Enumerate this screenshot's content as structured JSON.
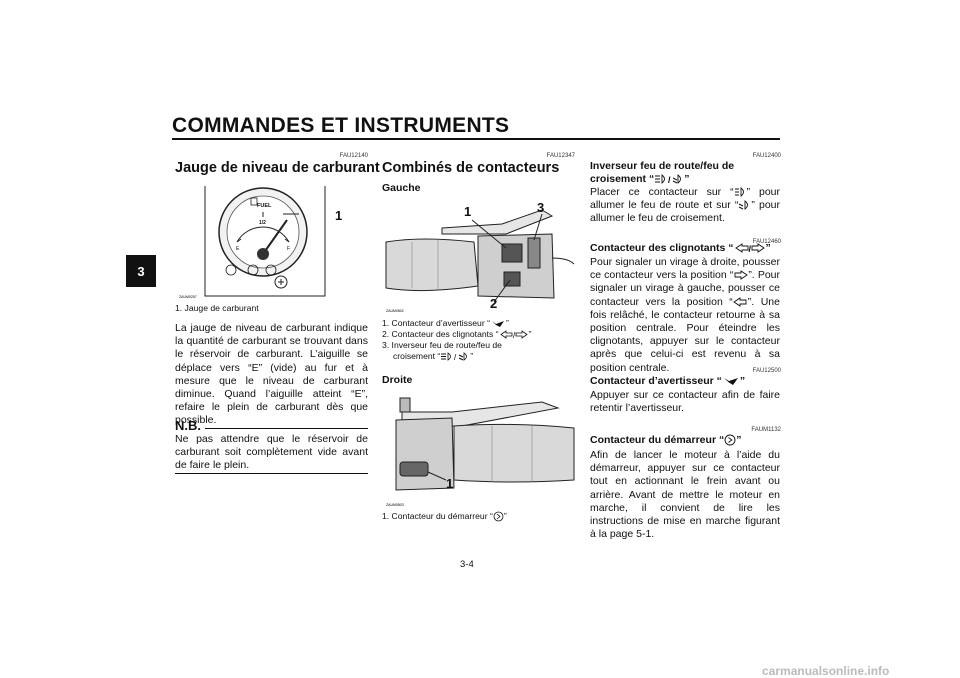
{
  "header": {
    "title": "COMMANDES ET INSTRUMENTS",
    "chapter": "3",
    "page_number": "3-4"
  },
  "col1": {
    "code": "FAU12140",
    "title": "Jauge de niveau de carburant",
    "figure": {
      "code": "ZAUM0257",
      "callout": "1",
      "gauge_labels": {
        "fuel": "FUEL",
        "half": "1/2",
        "e": "E",
        "f": "F"
      }
    },
    "caption": "1.  Jauge de carburant",
    "body": "La jauge de niveau de carburant indique la quantité de carburant se trouvant dans le réservoir de carburant. L’aiguille se déplace vers “E” (vide) au fur et à mesure que le ni­veau de carburant diminue. Quand l’aiguille atteint “E”, refaire le plein de carburant dès que possible.",
    "nb_title": "N.B.",
    "nb_text": "Ne pas attendre que le réservoir de carbu­rant soit complètement vide avant de faire le plein."
  },
  "col2": {
    "code": "FAU12347",
    "title": "Combinés de contacteurs",
    "left_title": "Gauche",
    "left_figure": {
      "code": "ZAUM0802",
      "callouts": [
        "1",
        "2",
        "3"
      ]
    },
    "left_caption_1": "1.  Contacteur d’avertisseur “",
    "left_caption_1_end": "”",
    "left_caption_2": "2.  Contacteur des clignotants “",
    "left_caption_2_end": "”",
    "left_caption_3": "3.  Inverseur feu de route/feu de",
    "left_caption_3b": "croisement “",
    "left_caption_3b_end": "”",
    "right_title": "Droite",
    "right_figure": {
      "code": "ZAUM0803",
      "callout": "1"
    },
    "right_caption": "1.  Contacteur du démarreur “",
    "right_caption_end": "”"
  },
  "col3": {
    "s1": {
      "code": "FAU12400",
      "title_a": "Inverseur feu de route/feu de",
      "title_b": "croisement “",
      "title_b_end": "”",
      "text_a": "Placer ce contacteur sur “",
      "text_b": "” pour allumer le feu de route et sur “",
      "text_c": "” pour allumer le feu de croisement."
    },
    "s2": {
      "code": "FAU12460",
      "title": "Contacteur des clignotants “",
      "title_end": "”",
      "text_a": "Pour signaler un virage à droite, pousser ce contacteur vers la position “",
      "text_b": "”. Pour si­gnaler un virage à gauche, pousser ce con­tacteur vers la position “",
      "text_c": "”. Une fois relâ­ché, le contacteur retourne à sa position centrale. Pour éteindre les clignotants, ap­puyer sur le contacteur après que celui-ci est revenu à sa position centrale."
    },
    "s3": {
      "code": "FAU12500",
      "title": "Contacteur d’avertisseur “",
      "title_end": "”",
      "text": "Appuyer sur ce contacteur afin de faire re­tentir l’avertisseur."
    },
    "s4": {
      "code": "FAUM1132",
      "title": "Contacteur du démarreur “",
      "title_end": "”",
      "text": "Afin de lancer le moteur à l’aide du démar­reur, appuyer sur ce contacteur tout en ac­tionnant le frein avant ou arrière. Avant de mettre le moteur en marche, il convient de lire les instructions de mise en marche figu­rant à la page 5-1."
    }
  },
  "watermark": "carmanualsonline.info",
  "icons": [
    "fuel-pump-icon",
    "high-beam-icon",
    "low-beam-icon",
    "turn-left-icon",
    "turn-right-icon",
    "horn-icon",
    "starter-icon"
  ]
}
